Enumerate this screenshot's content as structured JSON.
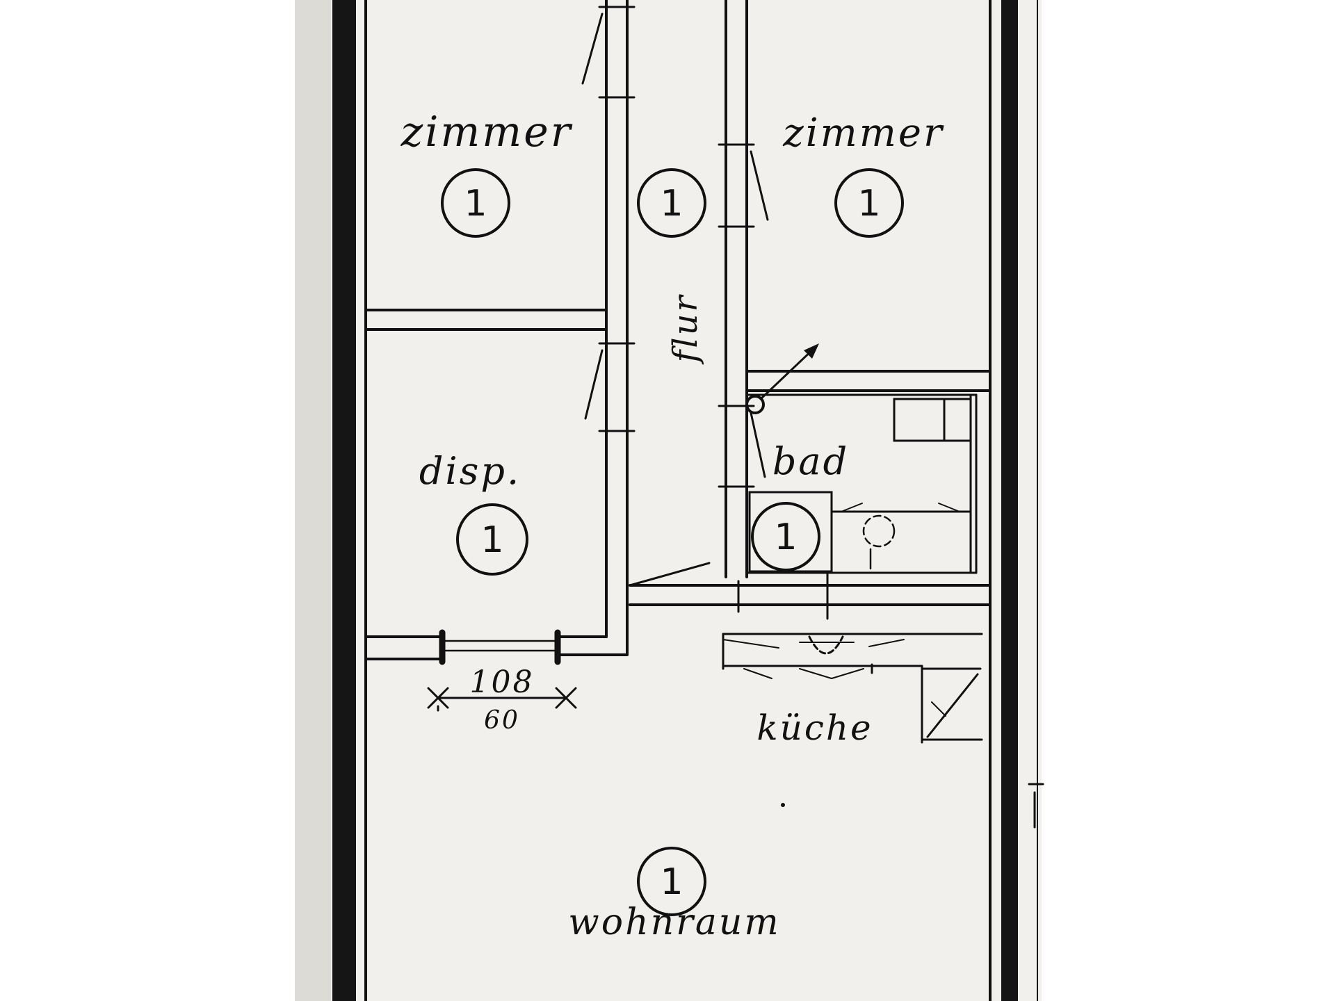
{
  "plan": {
    "rooms": {
      "zimmer_left": {
        "label": "zimmer",
        "number": "1"
      },
      "zimmer_right": {
        "label": "zimmer",
        "number": "1"
      },
      "flur": {
        "label": "flur",
        "number": "1"
      },
      "disp": {
        "label": "disp.",
        "number": "1"
      },
      "bad": {
        "label": "bad",
        "number": "1"
      },
      "kueche": {
        "label": "küche"
      },
      "wohnraum": {
        "label": "wohnraum",
        "number": "1"
      }
    },
    "dimension": {
      "top": "108",
      "bottom": "60"
    }
  }
}
